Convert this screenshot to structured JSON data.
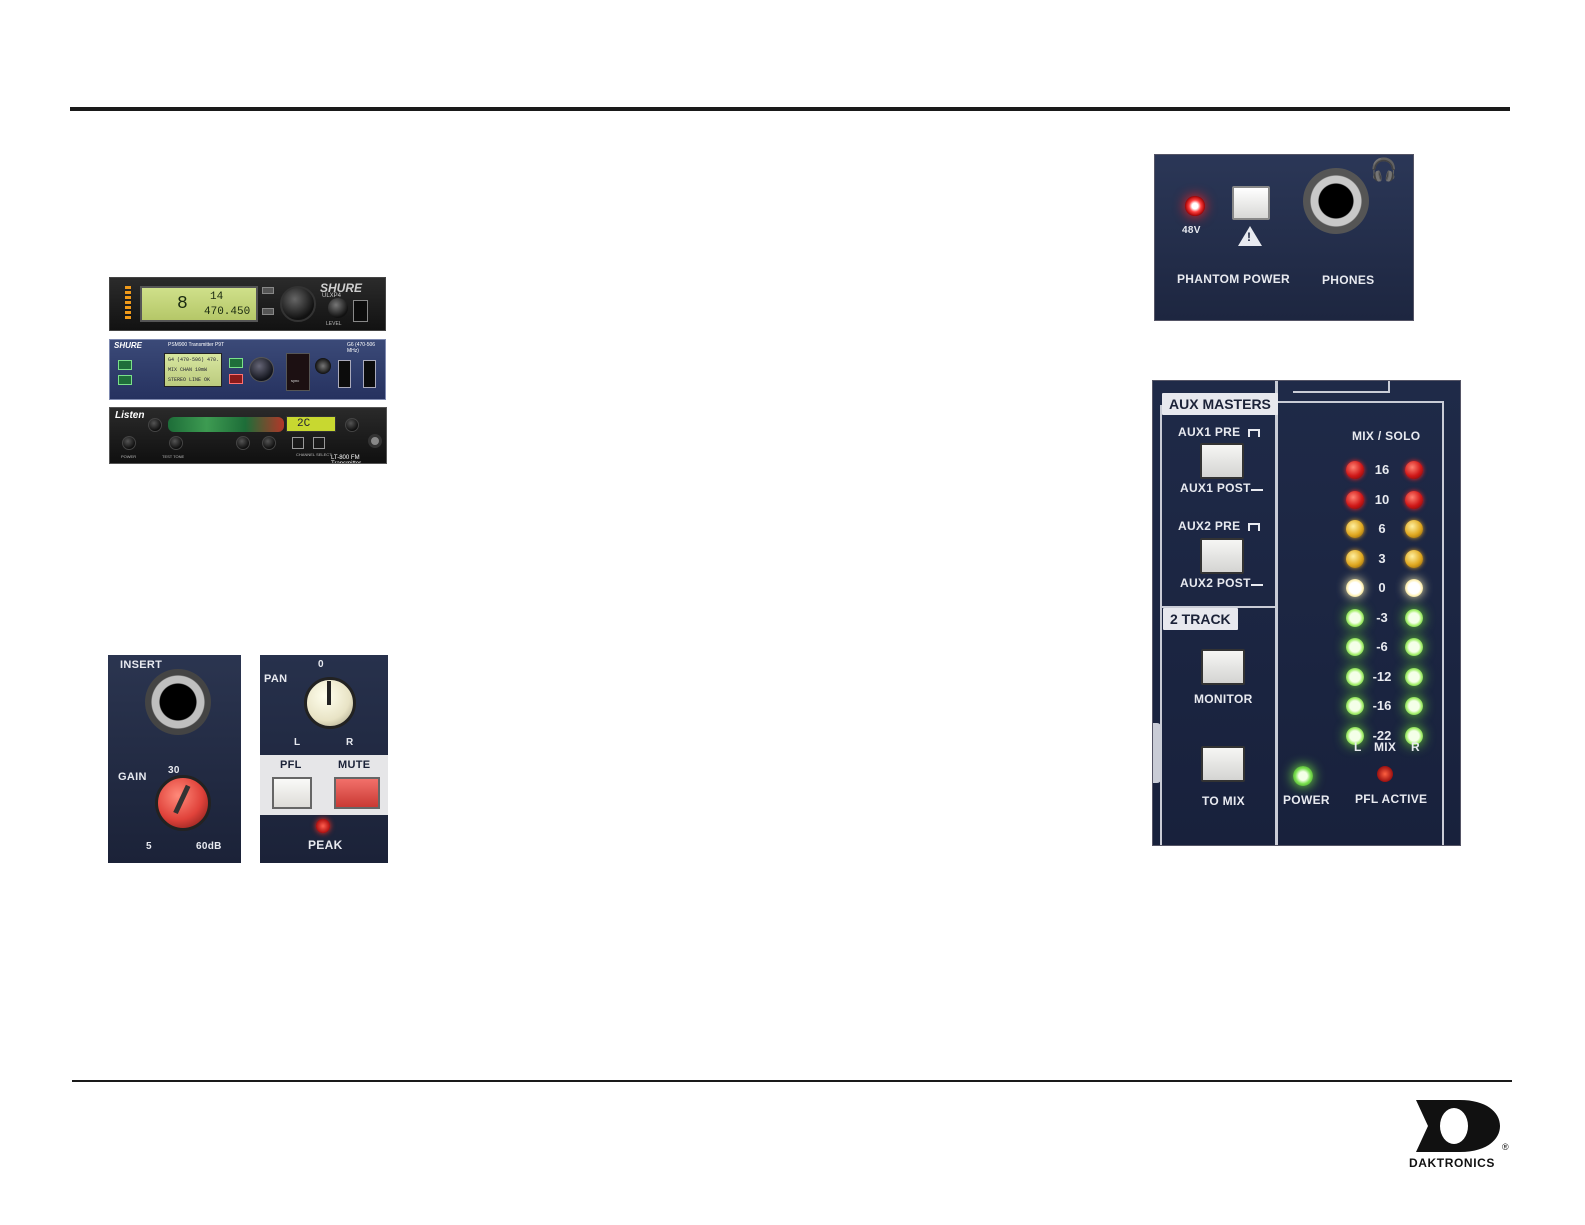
{
  "photos": {
    "rack1": {
      "brand": "SHURE",
      "model": "ULXP4",
      "lcd_channel": "8",
      "lcd_group": "14",
      "lcd_freq": "470.450",
      "level_label": "LEVEL"
    },
    "rack2": {
      "brand": "SHURE",
      "title": "PSM900 Transmitter P9T",
      "lcd_line1": "G4 (470-506) 470.",
      "lcd_line2": "MIX   CHAN  10mW",
      "lcd_line3": "STEREO  LINE  OK",
      "sync_label": "sync",
      "tag": "G6 (470-506 MHz)"
    },
    "rack3": {
      "brand": "Listen",
      "lcd_value": "2C",
      "power_label": "POWER",
      "test_tone_label": "TEST TONE",
      "channel_select_label": "CHANNEL SELECT",
      "model": "LT-800 FM Transmitter"
    },
    "insert": {
      "insert_label": "INSERT",
      "gain_label": "GAIN",
      "gain_mid": "30",
      "gain_min": "5",
      "gain_max": "60dB"
    },
    "pan": {
      "pan_label": "PAN",
      "pan_center": "0",
      "pan_left": "L",
      "pan_right": "R",
      "pfl_label": "PFL",
      "mute_label": "MUTE",
      "peak_label": "PEAK"
    },
    "phantom": {
      "led_label": "48V",
      "phantom_label": "PHANTOM POWER",
      "phones_label": "PHONES"
    },
    "mixer": {
      "aux_masters": "AUX MASTERS",
      "aux1_pre": "AUX1 PRE",
      "aux1_post": "AUX1 POST",
      "aux2_pre": "AUX2 PRE",
      "aux2_post": "AUX2 POST",
      "two_track": "2 TRACK",
      "monitor": "MONITOR",
      "to_mix": "TO MIX",
      "mix_solo": "MIX / SOLO",
      "meter_scale": [
        "16",
        "10",
        "6",
        "3",
        "0",
        "-3",
        "-6",
        "-12",
        "-16",
        "-22"
      ],
      "meter_colors": [
        "red",
        "red",
        "yel",
        "yel",
        "wht",
        "grn",
        "grn",
        "grn",
        "grn",
        "grn"
      ],
      "left_label": "L",
      "mix_label": "MIX",
      "right_label": "R",
      "power_label": "POWER",
      "pfl_active_label": "PFL ACTIVE"
    }
  },
  "footer": {
    "logo_name": "DAKTRONICS",
    "registered_mark": "®"
  }
}
